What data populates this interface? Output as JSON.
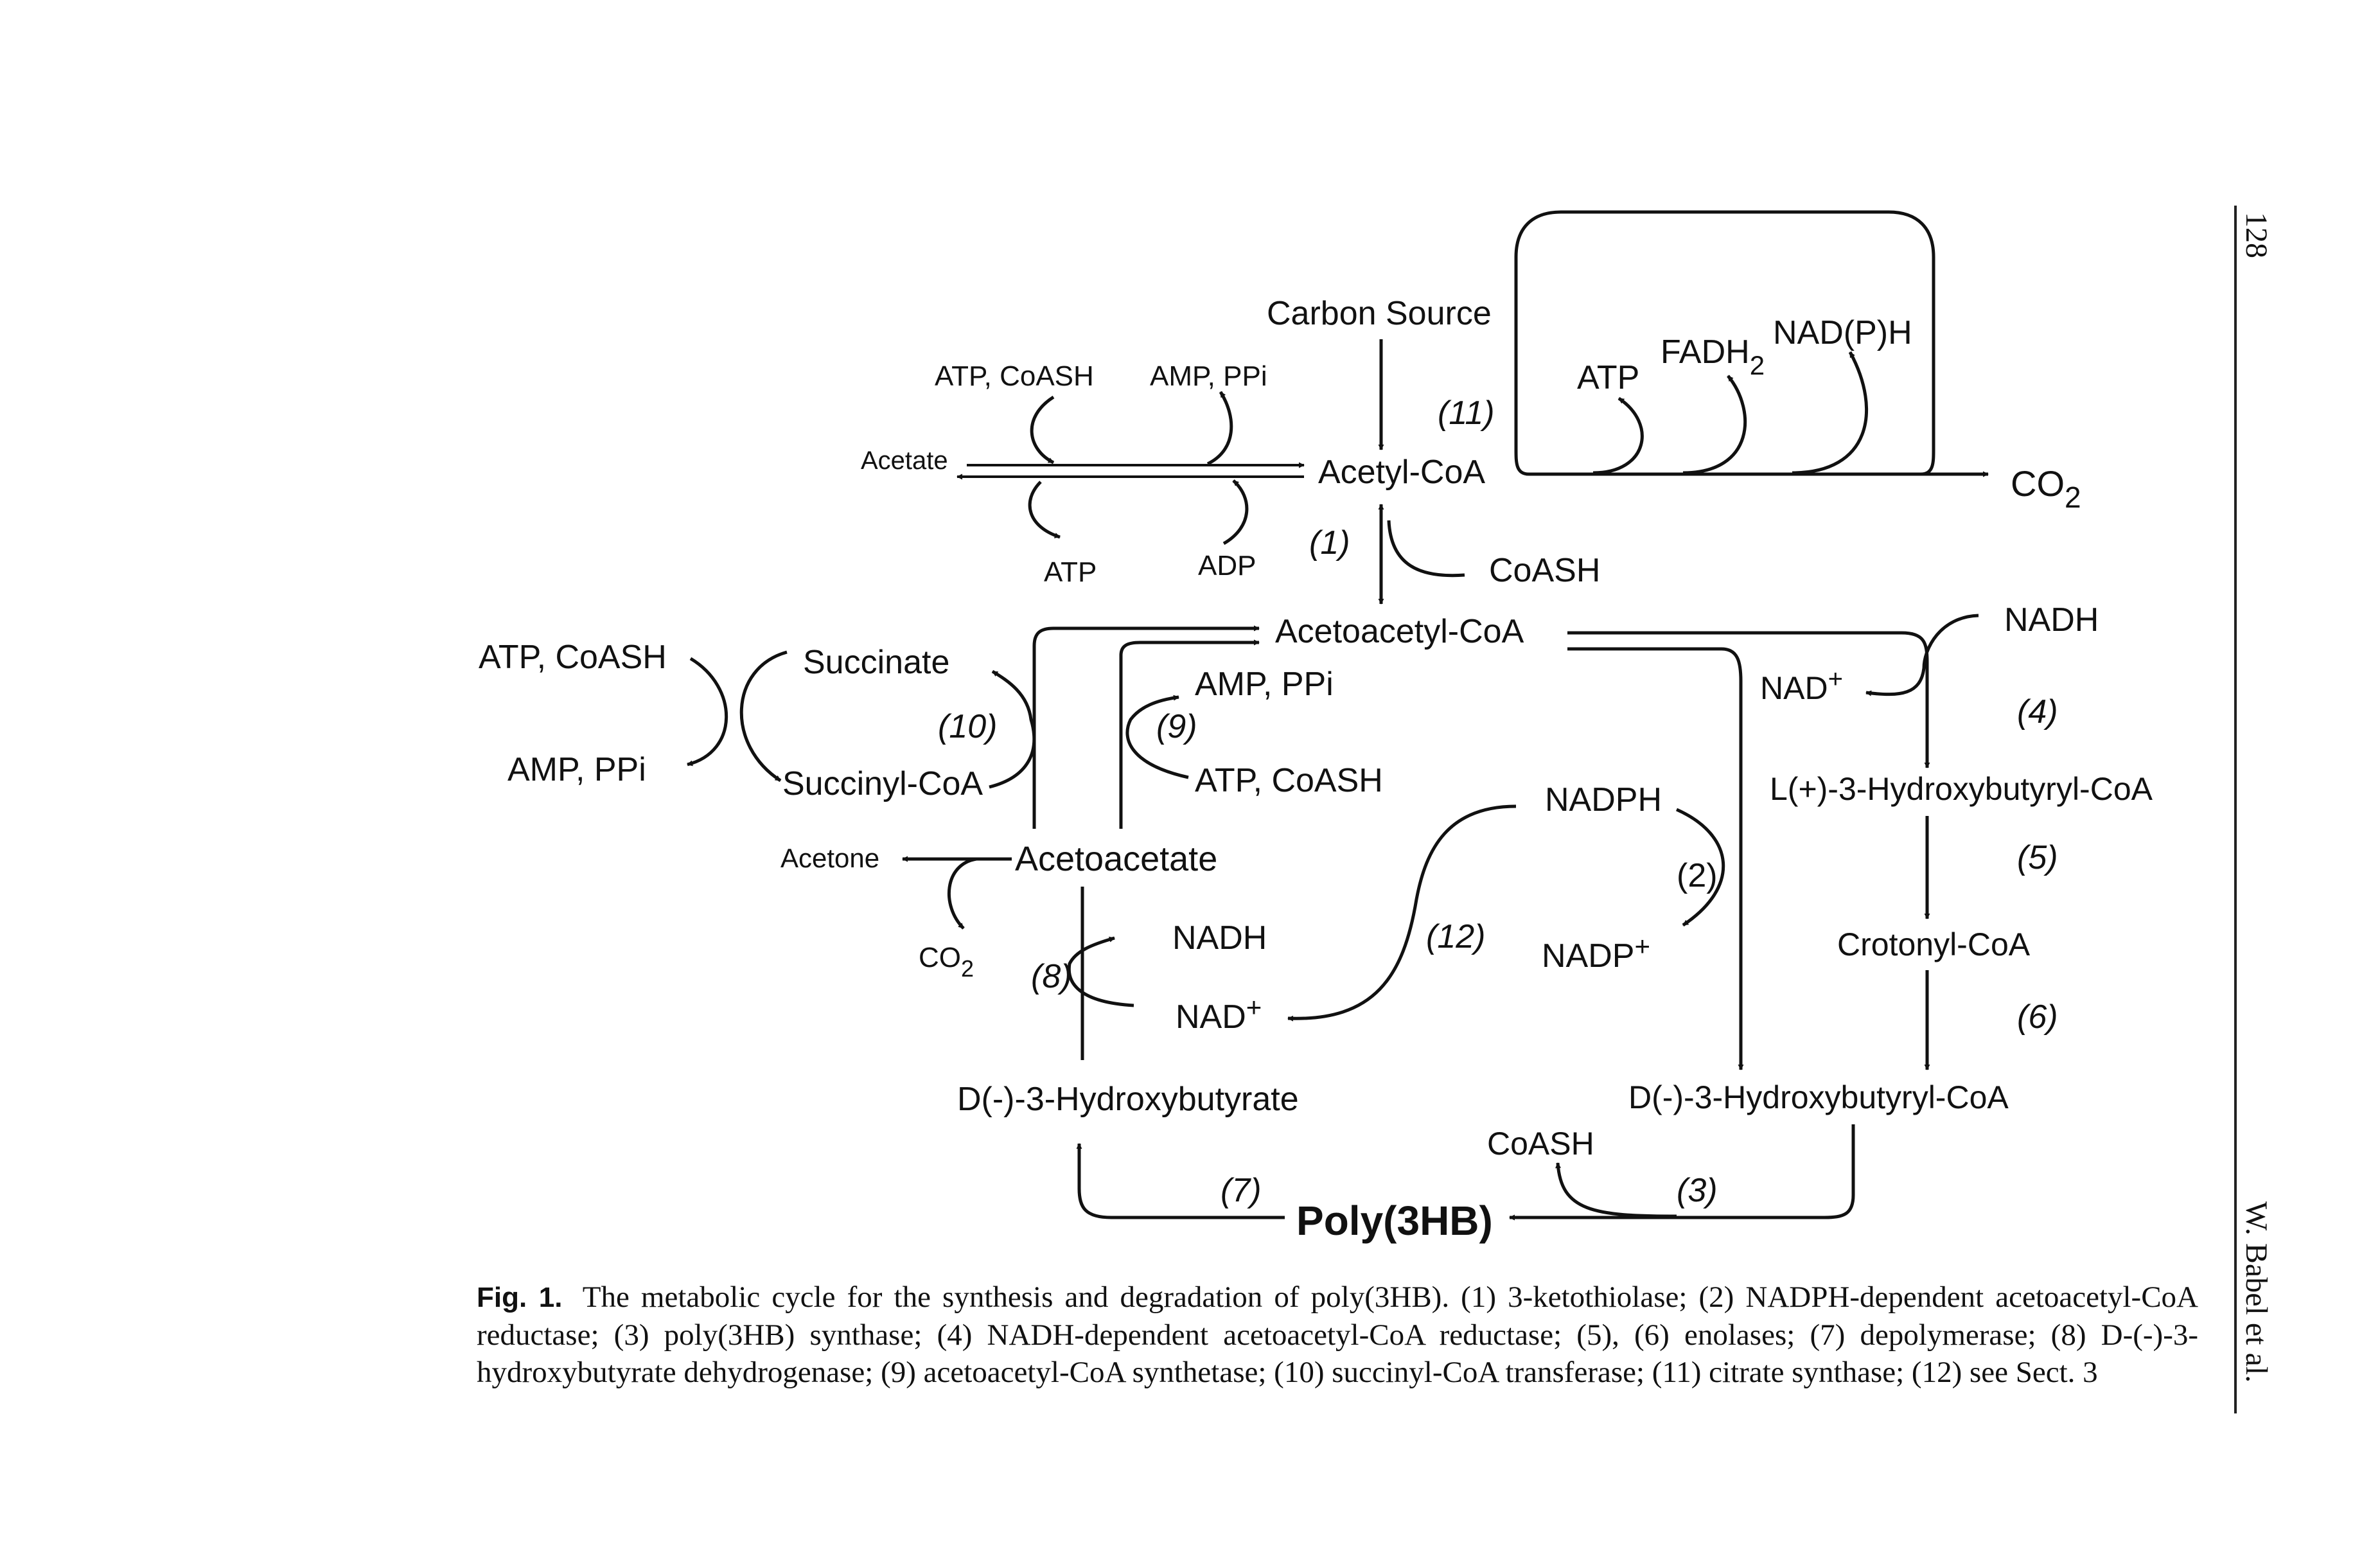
{
  "nodes": {
    "carbon_source": "Carbon Source",
    "acetyl_coa": "Acetyl-CoA",
    "acetate": "Acetate",
    "atp_coash_top": "ATP, CoASH",
    "amp_ppi_top": "AMP, PPi",
    "atp_bottom": "ATP",
    "adp": "ADP",
    "coash_right": "CoASH",
    "cycle_atp": "ATP",
    "cycle_fadh2": "FADH",
    "cycle_fadh2_sub": "2",
    "cycle_nadph": "NAD(P)H",
    "co2_main": "CO",
    "co2_main_sub": "2",
    "acetoacetyl_coa": "Acetoacetyl-CoA",
    "nadh_right": "NADH",
    "nad_plus_right": "NAD",
    "nad_plus_right_sup": "+",
    "l_hydroxybutyryl_coa": "L(+)-3-Hydroxybutyryl-CoA",
    "crotonyl_coa": "Crotonyl-CoA",
    "d_hydroxybutyryl_coa": "D(-)-3-Hydroxybutyryl-CoA",
    "nadph": "NADPH",
    "nadp_plus": "NADP",
    "nadp_plus_sup": "+",
    "atp_coash_left": "ATP, CoASH",
    "amp_ppi_left": "AMP, PPi",
    "succinate": "Succinate",
    "succinyl_coa": "Succinyl-CoA",
    "amp_ppi_mid": "AMP, PPi",
    "atp_coash_mid": "ATP, CoASH",
    "acetone": "Acetone",
    "acetoacetate": "Acetoacetate",
    "co2_small": "CO",
    "co2_small_sub": "2",
    "nadh_mid": "NADH",
    "nad_plus_mid": "NAD",
    "nad_plus_mid_sup": "+",
    "d_hydroxybutyrate": "D(-)-3-Hydroxybutyrate",
    "coash_bottom": "CoASH",
    "poly3hb": "Poly(3HB)"
  },
  "enzymes": {
    "e1": "(1)",
    "e2": "(2)",
    "e3": "(3)",
    "e4": "(4)",
    "e5": "(5)",
    "e6": "(6)",
    "e7": "(7)",
    "e8": "(8)",
    "e9": "(9)",
    "e10": "(10)",
    "e11": "(11)",
    "e12": "(12)"
  },
  "caption": {
    "label": "Fig. 1.",
    "text": "The metabolic cycle for the synthesis and degradation of poly(3HB). (1) 3-ketothiolase; (2) NADPH-dependent acetoacetyl-CoA reductase; (3) poly(3HB) synthase; (4) NADH-dependent acetoacetyl-CoA reductase; (5), (6) enolases; (7) depolymerase; (8) D-(-)-3-hydroxybutyrate dehydrogenase; (9) acetoacetyl-CoA synthetase; (10) succinyl-CoA transferase; (11) citrate synthase; (12) see Sect. 3"
  },
  "margin": {
    "page_number": "128",
    "running_head": "W. Babel et al."
  }
}
